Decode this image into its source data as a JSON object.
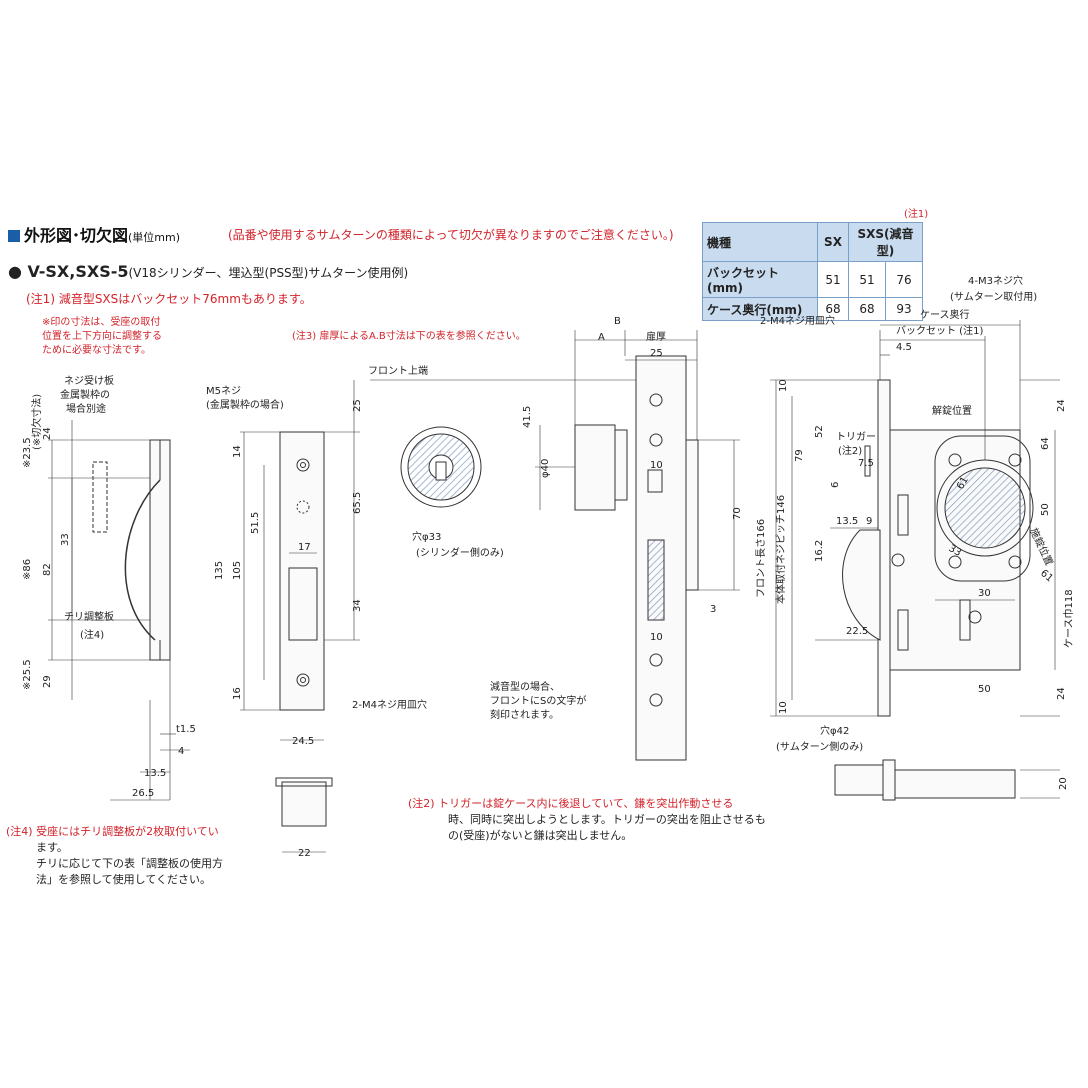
{
  "header": {
    "title": "外形図･切欠図",
    "unit": "(単位mm)",
    "warning": "(品番や使用するサムターンの種類によって切欠が異なりますのでご注意ください。)"
  },
  "model": {
    "name": "V-SX,SXS-5",
    "desc": "(V18シリンダー、埋込型(PSS型)サムターン使用例)"
  },
  "notes": {
    "n1": "(注1) 減音型SXSはバックセット76mmもあります。",
    "star": [
      "※印の寸法は、受座の取付",
      "位置を上下方向に調整する",
      "ために必要な寸法です。"
    ],
    "n3": "(注3) 扉厚によるA.B寸法は下の表を参照ください。",
    "n4": [
      "(注4) 受座にはチリ調整板が2枚取付いてい",
      "ます。",
      "チリに応じて下の表「調整板の使用方",
      "法」を参照して使用してください。"
    ],
    "n2": [
      "(注2) トリガーは錠ケース内に後退していて、鎌を突出作動させる",
      "時、同時に突出しようとします。トリガーの突出を阻止させるも",
      "の(受座)がないと鎌は突出しません。"
    ]
  },
  "table": {
    "note": "(注1)",
    "header": [
      "機種",
      "SX",
      "SXS(減音型)"
    ],
    "rows": [
      [
        "バックセット(mm)",
        "51",
        "51",
        "76"
      ],
      [
        "ケース奥行(mm)",
        "68",
        "68",
        "93"
      ]
    ]
  },
  "labels": {
    "screw_plate": [
      "ネジ受け板",
      "金属製枠の",
      "場合別途"
    ],
    "m5": [
      "M5ネジ",
      "(金属製枠の場合)"
    ],
    "chiri": [
      "チリ調整板",
      "(注4)"
    ],
    "m4_pan": "2-M4ネジ用皿穴",
    "front_top": "フロント上端",
    "hole33": [
      "穴φ33",
      "(シリンダー側のみ)"
    ],
    "sxs": [
      "減音型の場合、",
      "フロントにSの文字が",
      "刻印されます。"
    ],
    "m4_pan2": "2-M4ネジ用皿穴",
    "case_depth": "ケース奥行",
    "backset": "バックセット (注1)",
    "m3": [
      "4-M3ネジ穴",
      "(サムターン取付用)"
    ],
    "unlock": "解錠位置",
    "lock": "施錠位置",
    "trigger": [
      "トリガー",
      "(注2)"
    ],
    "front_len": "フロント長さ166",
    "body_pitch": "本体取付ネジピッチ146",
    "case_w": "ケース巾118",
    "hole42": [
      "穴φ42",
      "(サムターン側のみ)"
    ],
    "star_cut": "(※切欠寸法)",
    "A": "A",
    "B": "B",
    "door": "扉厚"
  },
  "dims": {
    "d23_5": "※23.5",
    "d24": "24",
    "d86": "※86",
    "d82": "82",
    "d33": "33",
    "d25_5": "※25.5",
    "d29": "29",
    "t1_5": "t1.5",
    "d4": "4",
    "d13_5": "13.5",
    "d26_5": "26.5",
    "d14": "14",
    "d51_5": "51.5",
    "d135": "135",
    "d105": "105",
    "d16": "16",
    "d17": "17",
    "d34": "34",
    "d65_5": "65.5",
    "d25": "25",
    "d24_5": "24.5",
    "d22": "22",
    "d41_5": "41.5",
    "phi40": "φ40",
    "d25b": "25",
    "d10": "10",
    "d70": "70",
    "d3": "3",
    "d10b": "10",
    "d4_5": "4.5",
    "d10c": "10",
    "d52": "52",
    "d79": "79",
    "d7_5": "7.5",
    "d6": "6",
    "d13_5b": "13.5",
    "d9": "9",
    "d16_2": "16.2",
    "d22_5": "22.5",
    "d24c": "24",
    "d64": "64",
    "d61": "61",
    "d33b": "33",
    "d50": "50",
    "d61b": "61",
    "d30": "30",
    "d50b": "50",
    "d24d": "24",
    "d10d": "10",
    "d20": "20"
  },
  "colors": {
    "accent": "#1a5ea8",
    "note": "#d2232a",
    "table_bg": "#c8dbef",
    "hatch": "#8ea6c8"
  }
}
